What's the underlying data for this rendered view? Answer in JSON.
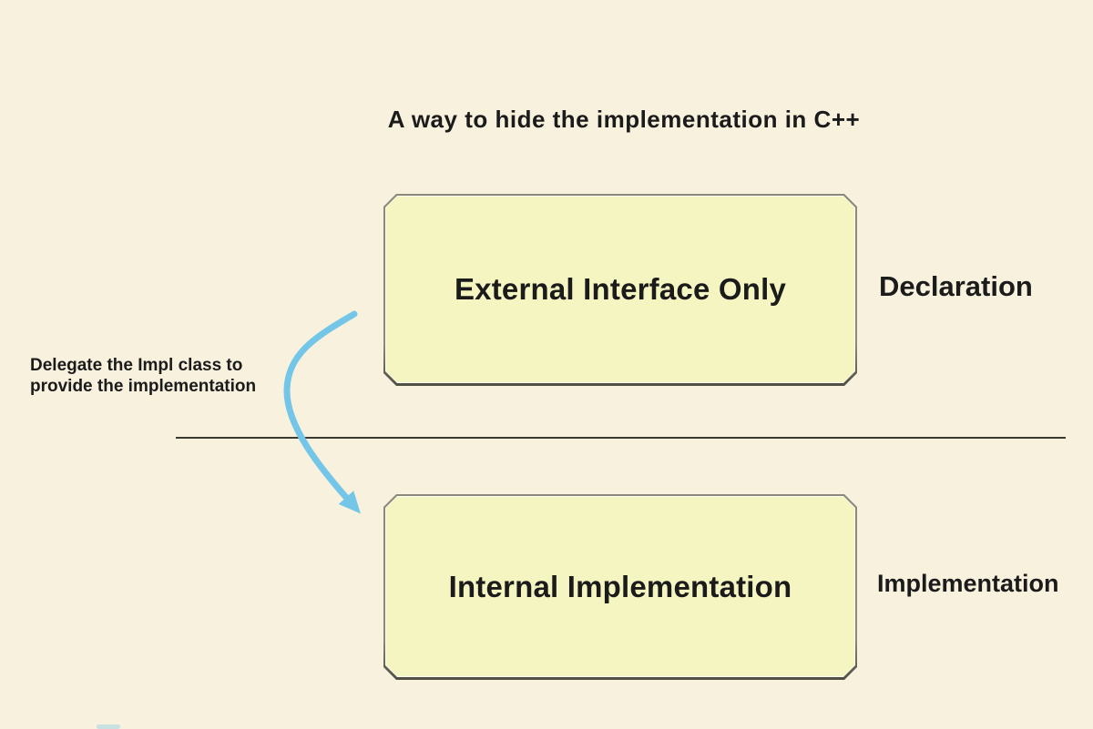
{
  "title": "A way to hide the implementation in C++",
  "top_box": {
    "label": "External Interface Only",
    "side_label": "Declaration"
  },
  "bottom_box": {
    "label": "Internal Implementation",
    "side_label": "Implementation"
  },
  "annotation": {
    "line1": "Delegate the Impl class to",
    "line2": "provide the implementation"
  },
  "colors": {
    "background": "#F8F1DE",
    "box_fill": "#F5F5C2",
    "box_border": "#8A897B",
    "box_border_dark": "#4F4E44",
    "box_inner_highlight": "#FFFEF2",
    "arrow": "#74C6E8",
    "text": "#1B1B1B",
    "divider": "#3A3A30"
  }
}
